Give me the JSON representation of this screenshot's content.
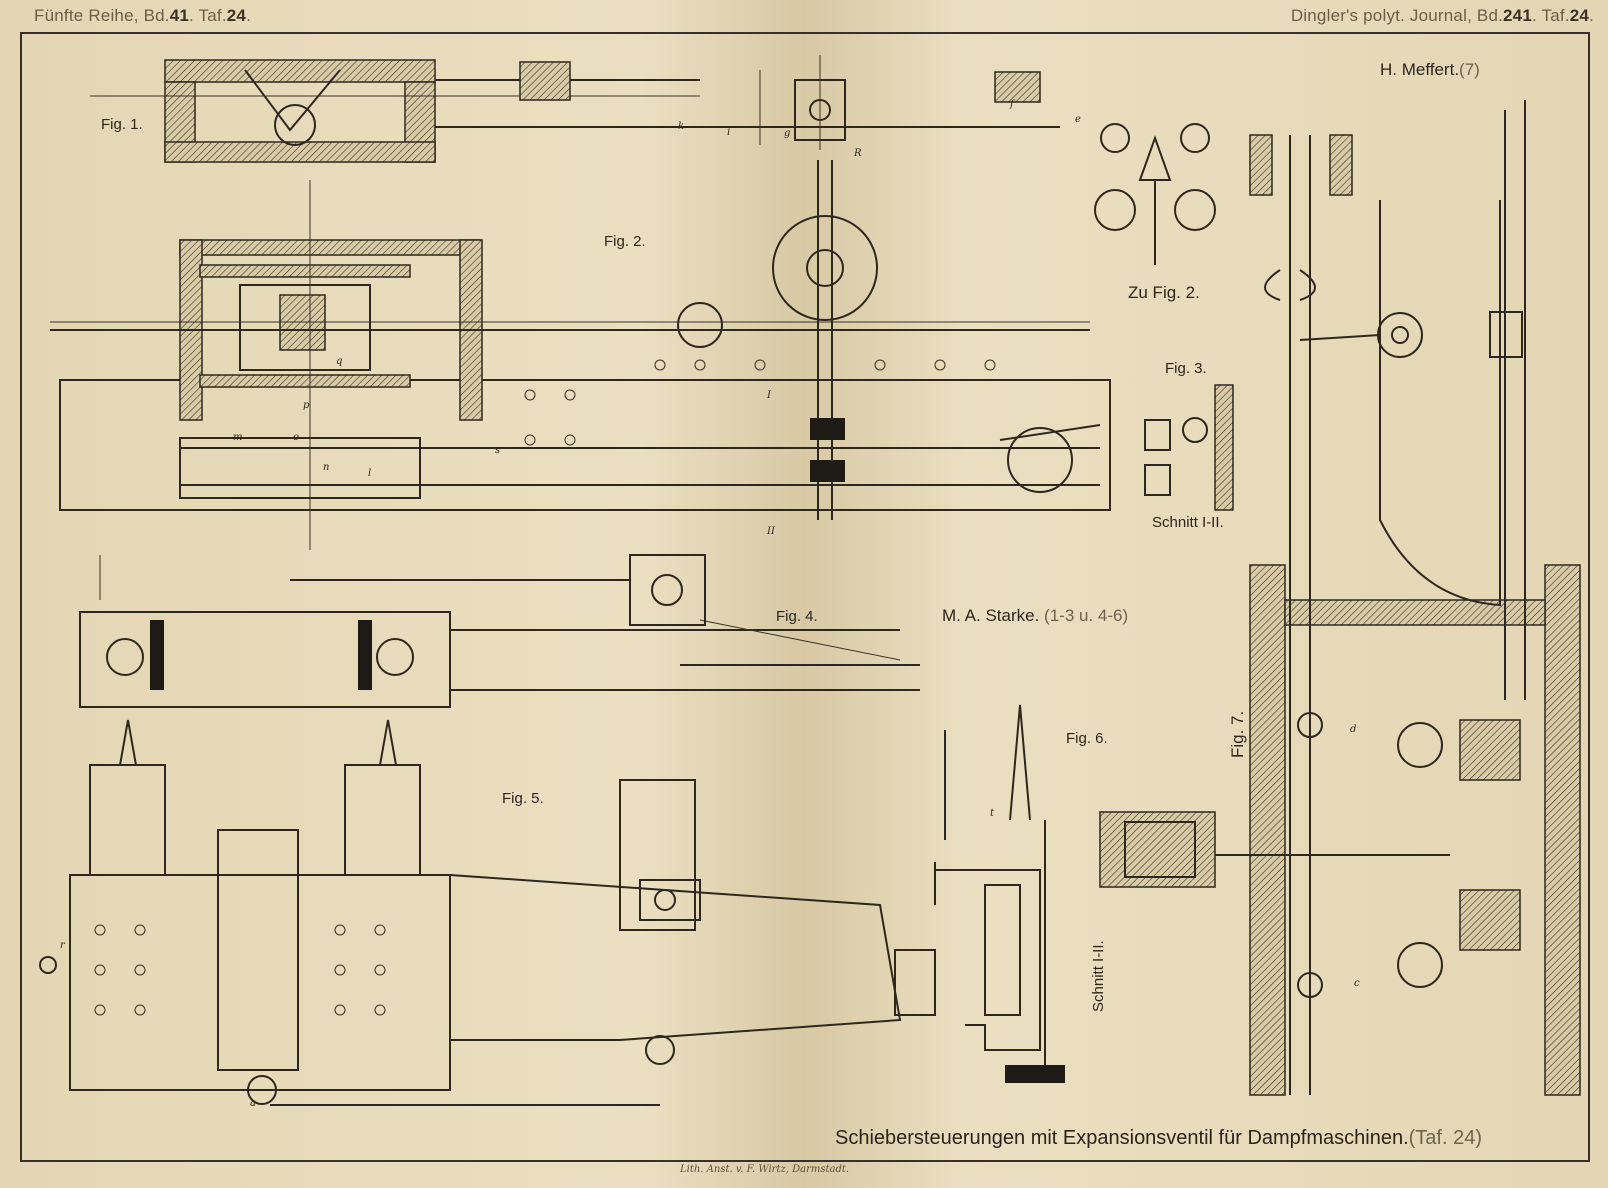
{
  "header": {
    "left_prefix": "Fünfte Reihe, Bd.",
    "left_vol": "41",
    "left_mid": ". Taf.",
    "left_plate": "24",
    "left_suffix": ".",
    "right_prefix": "Dingler's polyt. Journal, Bd.",
    "right_vol": "241",
    "right_mid": ". Taf.",
    "right_plate": "24",
    "right_suffix": "."
  },
  "figures": {
    "fig1": "Fig. 1.",
    "fig2": "Fig. 2.",
    "zu_fig2": "Zu Fig. 2.",
    "fig3": "Fig. 3.",
    "schnitt_fig3": "Schnitt I-II.",
    "fig4": "Fig. 4.",
    "fig5": "Fig. 5.",
    "fig6": "Fig. 6.",
    "schnitt_fig6": "Schnitt I-II.",
    "fig7": "Fig. 7."
  },
  "credits": {
    "meffert_name": "H. Meffert.",
    "meffert_figs": "(7)",
    "starke_name": "M. A. Starke.",
    "starke_figs": "(1-3 u. 4-6)"
  },
  "title": {
    "main": "Schiebersteuerungen mit Expansionsventil für Dampfmaschinen.",
    "plate": "(Taf. 24)"
  },
  "printer": "Lith. Anst. v. F. Wirtz, Darmstadt.",
  "part_letters": [
    "k",
    "i",
    "g",
    "R",
    "f",
    "e",
    "o",
    "n",
    "s",
    "l",
    "m",
    "q",
    "p",
    "d",
    "c",
    "r",
    "a",
    "t",
    "II",
    "I"
  ]
}
